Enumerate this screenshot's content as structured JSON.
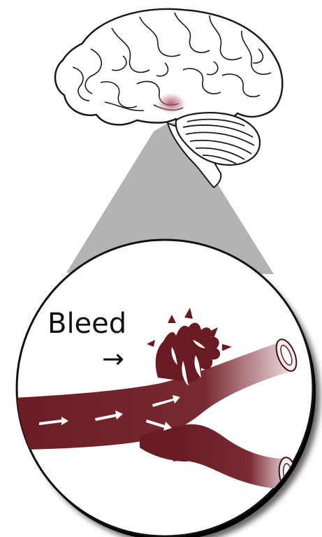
{
  "labels": {
    "bleed": "Bleed",
    "arrow": "→"
  },
  "colors": {
    "vessel": "#6a1a22",
    "vessel_light": "#f3e6e8",
    "cone": "#b3b3b3",
    "bleed_region": "#c98a96",
    "outline": "#1a1a1a"
  },
  "icons": {
    "brain": "brain-illustration",
    "vessel": "blood-vessel-illustration",
    "flow": "flow-arrow-icon"
  }
}
